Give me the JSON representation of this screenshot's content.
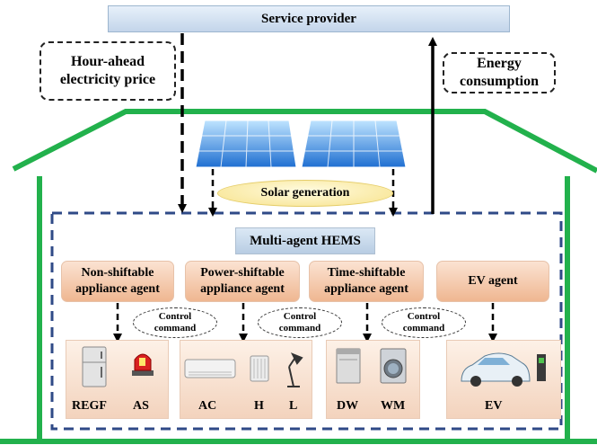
{
  "service_provider": "Service provider",
  "hour_ahead_price": [
    "Hour-ahead",
    "electricity price"
  ],
  "energy_consumption": [
    "Energy",
    "consumption"
  ],
  "solar_generation": "Solar generation",
  "hems": "Multi-agent HEMS",
  "agents": {
    "non_shiftable": [
      "Non-shiftable",
      "appliance agent"
    ],
    "power_shiftable": [
      "Power-shiftable",
      "appliance agent"
    ],
    "time_shiftable": [
      "Time-shiftable",
      "appliance agent"
    ],
    "ev": "EV agent"
  },
  "control_command": [
    "Control",
    "command"
  ],
  "appliances": {
    "refrigerator": "REGF",
    "alarm": "AS",
    "air_conditioner": "AC",
    "heater": "H",
    "lamp": "L",
    "dishwasher": "DW",
    "washing_machine": "WM",
    "ev": "EV"
  },
  "colors": {
    "house": "#22b14c",
    "hems_border": "#2f4a87",
    "agent_fill": "#f4c6a5",
    "service_fill": "#d3e2f2"
  }
}
